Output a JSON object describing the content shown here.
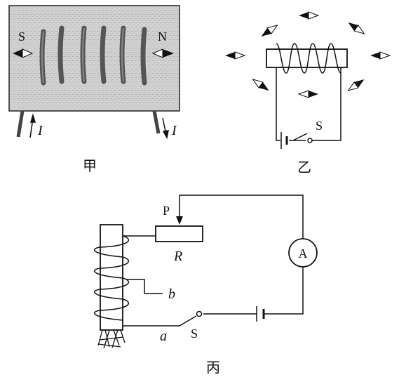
{
  "figure_jia": {
    "caption": "甲",
    "south_label": "S",
    "north_label": "N",
    "current_in_label": "I",
    "current_out_label": "I"
  },
  "figure_yi": {
    "caption": "乙",
    "switch_label": "S"
  },
  "figure_bing": {
    "caption": "丙",
    "slider_label": "P",
    "resistor_label": "R",
    "ammeter_label": "A",
    "tap_a_label": "a",
    "tap_b_label": "b",
    "switch_label": "S"
  },
  "colors": {
    "ink": "#111111",
    "photo_background": "#cfcfcf"
  }
}
